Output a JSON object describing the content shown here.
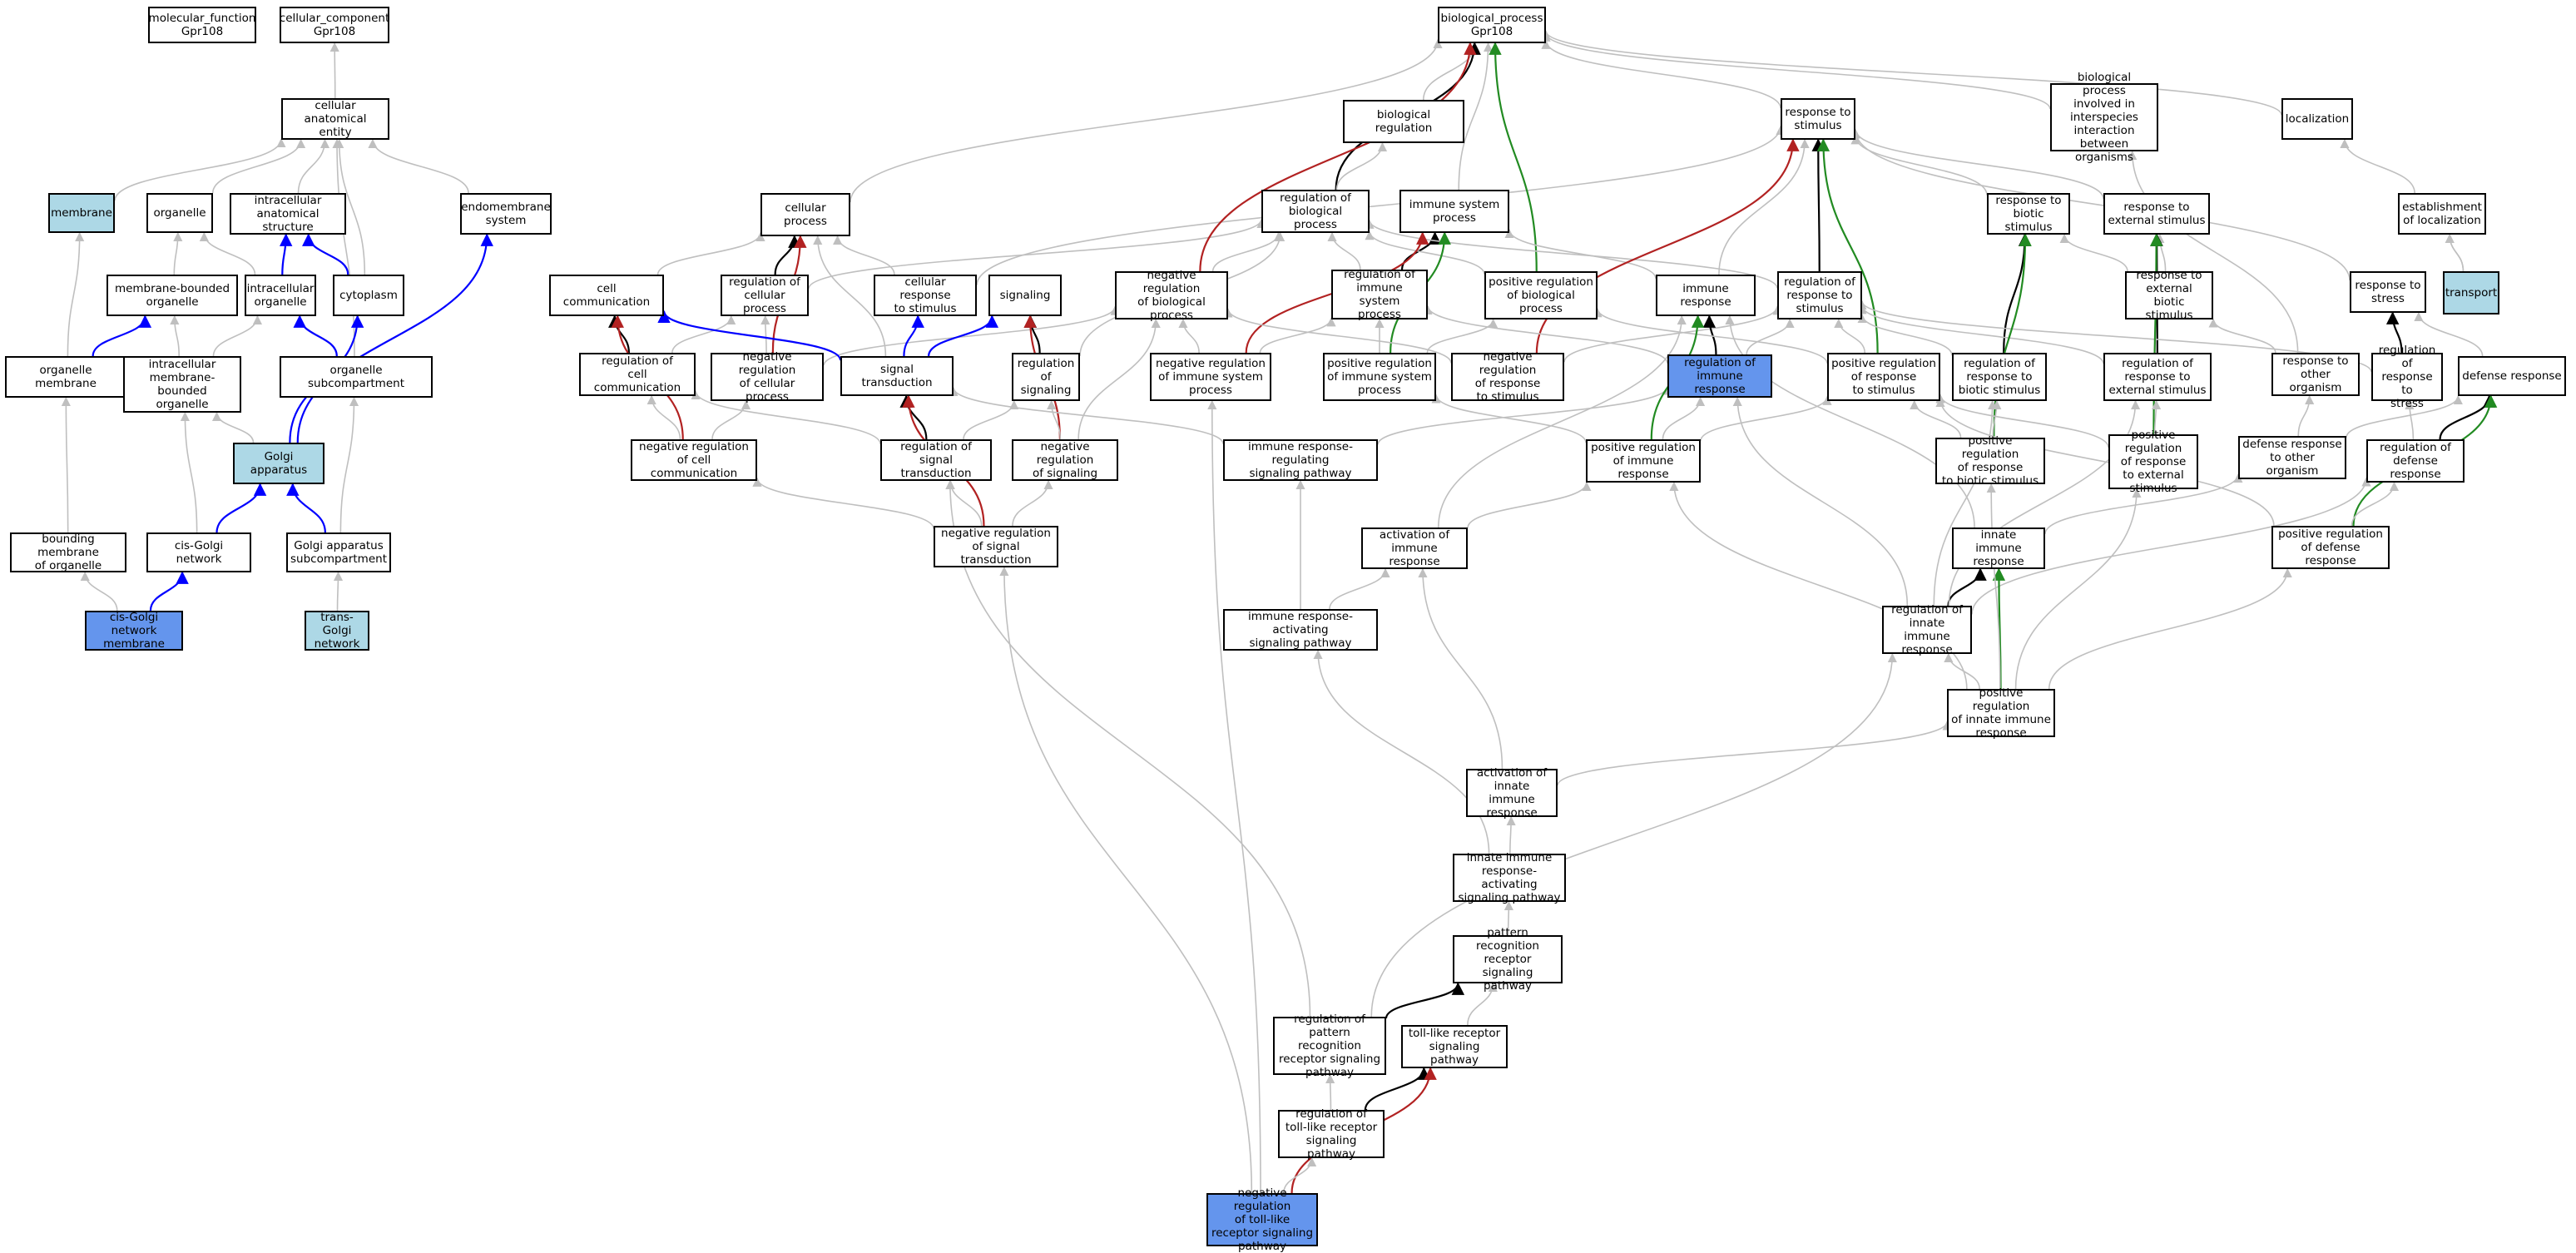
{
  "colors": {
    "is_a": "#bfbfbf",
    "part_of": "#0000ff",
    "regulates": "#000000",
    "positively_regulates": "#228b22",
    "negatively_regulates": "#b22222",
    "highlight_light": "#add8e6",
    "highlight_dark": "#6495ed"
  },
  "nodes": {
    "mf_root": {
      "label": "molecular_function\nGpr108",
      "style": "plain"
    },
    "cc_root": {
      "label": "cellular_component\nGpr108",
      "style": "plain"
    },
    "bp_root": {
      "label": "biological_process\nGpr108",
      "style": "plain"
    },
    "cae": {
      "label": "cellular anatomical\nentity",
      "style": "plain"
    },
    "membrane": {
      "label": "membrane",
      "style": "light"
    },
    "organelle": {
      "label": "organelle",
      "style": "plain"
    },
    "ias": {
      "label": "intracellular\nanatomical structure",
      "style": "plain"
    },
    "endomembrane": {
      "label": "endomembrane\nsystem",
      "style": "plain"
    },
    "mbo": {
      "label": "membrane-bounded\norganelle",
      "style": "plain"
    },
    "intraorg": {
      "label": "intracellular\norganelle",
      "style": "plain"
    },
    "cytoplasm": {
      "label": "cytoplasm",
      "style": "plain"
    },
    "orgmem": {
      "label": "organelle membrane",
      "style": "plain"
    },
    "imbo": {
      "label": "intracellular\nmembrane-bounded\norganelle",
      "style": "plain"
    },
    "orgsub": {
      "label": "organelle subcompartment",
      "style": "plain"
    },
    "golgi": {
      "label": "Golgi apparatus",
      "style": "light"
    },
    "bmo": {
      "label": "bounding membrane\nof organelle",
      "style": "plain"
    },
    "cisgolgi": {
      "label": "cis-Golgi network",
      "style": "plain"
    },
    "golgisub": {
      "label": "Golgi apparatus\nsubcompartment",
      "style": "plain"
    },
    "cgnm": {
      "label": "cis-Golgi network\nmembrane",
      "style": "dark"
    },
    "transgolgi": {
      "label": "trans-Golgi\nnetwork",
      "style": "light"
    },
    "cellproc": {
      "label": "cellular process",
      "style": "plain"
    },
    "biolreg": {
      "label": "biological regulation",
      "style": "plain"
    },
    "regbp": {
      "label": "regulation of\nbiological process",
      "style": "plain"
    },
    "immsys": {
      "label": "immune system\nprocess",
      "style": "plain"
    },
    "resp_stim": {
      "label": "response to\nstimulus",
      "style": "plain"
    },
    "bpinter": {
      "label": "biological process\ninvolved in\ninterspecies\ninteraction\nbetween organisms",
      "style": "plain"
    },
    "localization": {
      "label": "localization",
      "style": "plain"
    },
    "estloc": {
      "label": "establishment\nof localization",
      "style": "plain"
    },
    "transport": {
      "label": "transport",
      "style": "light"
    },
    "cellcomm": {
      "label": "cell communication",
      "style": "plain"
    },
    "regcellproc": {
      "label": "regulation of\ncellular process",
      "style": "plain"
    },
    "cellresp": {
      "label": "cellular response\nto stimulus",
      "style": "plain"
    },
    "signaling": {
      "label": "signaling",
      "style": "plain"
    },
    "negregbp": {
      "label": "negative regulation\nof biological\nprocess",
      "style": "plain"
    },
    "regimmsys": {
      "label": "regulation of\nimmune system\nprocess",
      "style": "plain"
    },
    "posregbp": {
      "label": "positive regulation\nof biological\nprocess",
      "style": "plain"
    },
    "immresp": {
      "label": "immune response",
      "style": "plain"
    },
    "regresp": {
      "label": "regulation of\nresponse to\nstimulus",
      "style": "plain"
    },
    "respbiotic": {
      "label": "response to\nbiotic stimulus",
      "style": "plain"
    },
    "respext": {
      "label": "response to\nexternal stimulus",
      "style": "plain"
    },
    "respextbiotic": {
      "label": "response to\nexternal biotic\nstimulus",
      "style": "plain"
    },
    "respstress": {
      "label": "response to\nstress",
      "style": "plain"
    },
    "regcellcomm": {
      "label": "regulation of\ncell communication",
      "style": "plain"
    },
    "negregcellproc": {
      "label": "negative regulation\nof cellular\nprocess",
      "style": "plain"
    },
    "sigtrans": {
      "label": "signal transduction",
      "style": "plain"
    },
    "regsig": {
      "label": "regulation of\nsignaling",
      "style": "plain"
    },
    "negregimmsys": {
      "label": "negative regulation\nof immune system\nprocess",
      "style": "plain"
    },
    "posregimmsys": {
      "label": "positive regulation\nof immune system\nprocess",
      "style": "plain"
    },
    "negregresp": {
      "label": "negative regulation\nof response\nto stimulus",
      "style": "plain"
    },
    "regimmresp": {
      "label": "regulation of\nimmune response",
      "style": "dark"
    },
    "posregresp": {
      "label": "positive regulation\nof response\nto stimulus",
      "style": "plain"
    },
    "regrespbiotic": {
      "label": "regulation of\nresponse to\nbiotic stimulus",
      "style": "plain"
    },
    "regrespext": {
      "label": "regulation of\nresponse to\nexternal stimulus",
      "style": "plain"
    },
    "resporg": {
      "label": "response to\nother organism",
      "style": "plain"
    },
    "regrespstress": {
      "label": "regulation of\nresponse to\nstress",
      "style": "plain"
    },
    "defresp": {
      "label": "defense response",
      "style": "plain"
    },
    "negregcellcomm": {
      "label": "negative regulation\nof cell communication",
      "style": "plain"
    },
    "regsigtrans": {
      "label": "regulation of\nsignal transduction",
      "style": "plain"
    },
    "negregsig": {
      "label": "negative regulation\nof signaling",
      "style": "plain"
    },
    "irrsp": {
      "label": "immune response-regulating\nsignaling pathway",
      "style": "plain"
    },
    "posregimmresp": {
      "label": "positive regulation\nof immune response",
      "style": "plain"
    },
    "posregrespbiotic": {
      "label": "positive regulation\nof response\nto biotic stimulus",
      "style": "plain"
    },
    "posregrespext": {
      "label": "positive regulation\nof response\nto external\nstimulus",
      "style": "plain"
    },
    "defrespother": {
      "label": "defense response\nto other organism",
      "style": "plain"
    },
    "regdefresp": {
      "label": "regulation of\ndefense response",
      "style": "plain"
    },
    "negregsigtrans": {
      "label": "negative regulation\nof signal transduction",
      "style": "plain"
    },
    "actimmresp": {
      "label": "activation of\nimmune response",
      "style": "plain"
    },
    "innate": {
      "label": "innate immune\nresponse",
      "style": "plain"
    },
    "posregdefresp": {
      "label": "positive regulation\nof defense response",
      "style": "plain"
    },
    "irasp": {
      "label": "immune response-activating\nsignaling pathway",
      "style": "plain"
    },
    "reginnate": {
      "label": "regulation of\ninnate immune\nresponse",
      "style": "plain"
    },
    "posreginnate": {
      "label": "positive regulation\nof innate immune\nresponse",
      "style": "plain"
    },
    "actinnate": {
      "label": "activation of\ninnate immune\nresponse",
      "style": "plain"
    },
    "iirasp": {
      "label": "innate immune\nresponse-activating\nsignaling pathway",
      "style": "plain"
    },
    "prrsp": {
      "label": "pattern recognition\nreceptor signaling\npathway",
      "style": "plain"
    },
    "regprrsp": {
      "label": "regulation of\npattern recognition\nreceptor signaling\npathway",
      "style": "plain"
    },
    "tlrsp": {
      "label": "toll-like receptor\nsignaling pathway",
      "style": "plain"
    },
    "regtlrsp": {
      "label": "regulation of\ntoll-like receptor\nsignaling pathway",
      "style": "plain"
    },
    "negregtlrsp": {
      "label": "negative regulation\nof toll-like\nreceptor signaling\npathway",
      "style": "dark"
    }
  },
  "edges": [
    [
      "cae",
      "cc_root",
      "is_a"
    ],
    [
      "membrane",
      "cae",
      "is_a"
    ],
    [
      "organelle",
      "cae",
      "is_a"
    ],
    [
      "ias",
      "cae",
      "is_a"
    ],
    [
      "endomembrane",
      "cae",
      "is_a"
    ],
    [
      "cytoplasm",
      "cae",
      "is_a"
    ],
    [
      "orgsub",
      "cae",
      "is_a"
    ],
    [
      "mbo",
      "organelle",
      "is_a"
    ],
    [
      "intraorg",
      "organelle",
      "is_a"
    ],
    [
      "intraorg",
      "ias",
      "part_of"
    ],
    [
      "cytoplasm",
      "ias",
      "part_of"
    ],
    [
      "orgmem",
      "membrane",
      "is_a"
    ],
    [
      "orgmem",
      "mbo",
      "part_of"
    ],
    [
      "imbo",
      "mbo",
      "is_a"
    ],
    [
      "imbo",
      "intraorg",
      "is_a"
    ],
    [
      "orgsub",
      "intraorg",
      "part_of"
    ],
    [
      "golgi",
      "imbo",
      "is_a"
    ],
    [
      "golgi",
      "cytoplasm",
      "part_of"
    ],
    [
      "golgi",
      "endomembrane",
      "part_of"
    ],
    [
      "bmo",
      "orgmem",
      "is_a"
    ],
    [
      "cisgolgi",
      "golgi",
      "part_of"
    ],
    [
      "cisgolgi",
      "imbo",
      "is_a"
    ],
    [
      "golgisub",
      "golgi",
      "part_of"
    ],
    [
      "golgisub",
      "orgsub",
      "is_a"
    ],
    [
      "cgnm",
      "bmo",
      "is_a"
    ],
    [
      "cgnm",
      "cisgolgi",
      "part_of"
    ],
    [
      "transgolgi",
      "golgisub",
      "is_a"
    ],
    [
      "cellproc",
      "bp_root",
      "is_a"
    ],
    [
      "biolreg",
      "bp_root",
      "is_a"
    ],
    [
      "regbp",
      "bp_root",
      "regulates"
    ],
    [
      "regbp",
      "biolreg",
      "is_a"
    ],
    [
      "immsys",
      "bp_root",
      "is_a"
    ],
    [
      "resp_stim",
      "bp_root",
      "is_a"
    ],
    [
      "bpinter",
      "bp_root",
      "is_a"
    ],
    [
      "localization",
      "bp_root",
      "is_a"
    ],
    [
      "estloc",
      "localization",
      "is_a"
    ],
    [
      "transport",
      "estloc",
      "is_a"
    ],
    [
      "cellcomm",
      "cellproc",
      "is_a"
    ],
    [
      "regcellproc",
      "cellproc",
      "regulates"
    ],
    [
      "regcellproc",
      "regbp",
      "is_a"
    ],
    [
      "cellresp",
      "cellproc",
      "is_a"
    ],
    [
      "cellresp",
      "resp_stim",
      "is_a"
    ],
    [
      "negregbp",
      "bp_root",
      "negatively_regulates"
    ],
    [
      "negregbp",
      "regbp",
      "is_a"
    ],
    [
      "regimmsys",
      "immsys",
      "regulates"
    ],
    [
      "regimmsys",
      "regbp",
      "is_a"
    ],
    [
      "posregbp",
      "bp_root",
      "positively_regulates"
    ],
    [
      "posregbp",
      "regbp",
      "is_a"
    ],
    [
      "immresp",
      "immsys",
      "is_a"
    ],
    [
      "immresp",
      "resp_stim",
      "is_a"
    ],
    [
      "regresp",
      "resp_stim",
      "regulates"
    ],
    [
      "regresp",
      "regbp",
      "is_a"
    ],
    [
      "respbiotic",
      "resp_stim",
      "is_a"
    ],
    [
      "respext",
      "resp_stim",
      "is_a"
    ],
    [
      "respextbiotic",
      "respbiotic",
      "is_a"
    ],
    [
      "respextbiotic",
      "respext",
      "is_a"
    ],
    [
      "respstress",
      "resp_stim",
      "is_a"
    ],
    [
      "regcellcomm",
      "cellcomm",
      "regulates"
    ],
    [
      "regcellcomm",
      "regcellproc",
      "is_a"
    ],
    [
      "negregcellproc",
      "cellproc",
      "negatively_regulates"
    ],
    [
      "negregcellproc",
      "negregbp",
      "is_a"
    ],
    [
      "negregcellproc",
      "regcellproc",
      "is_a"
    ],
    [
      "sigtrans",
      "signaling",
      "part_of"
    ],
    [
      "sigtrans",
      "cellcomm",
      "part_of"
    ],
    [
      "sigtrans",
      "cellresp",
      "part_of"
    ],
    [
      "sigtrans",
      "cellproc",
      "is_a"
    ],
    [
      "regsig",
      "signaling",
      "regulates"
    ],
    [
      "regsig",
      "regbp",
      "is_a"
    ],
    [
      "negregimmsys",
      "immsys",
      "negatively_regulates"
    ],
    [
      "negregimmsys",
      "negregbp",
      "is_a"
    ],
    [
      "negregimmsys",
      "regimmsys",
      "is_a"
    ],
    [
      "posregimmsys",
      "immsys",
      "positively_regulates"
    ],
    [
      "posregimmsys",
      "posregbp",
      "is_a"
    ],
    [
      "posregimmsys",
      "regimmsys",
      "is_a"
    ],
    [
      "negregresp",
      "resp_stim",
      "negatively_regulates"
    ],
    [
      "negregresp",
      "negregbp",
      "is_a"
    ],
    [
      "negregresp",
      "regresp",
      "is_a"
    ],
    [
      "regimmresp",
      "immresp",
      "regulates"
    ],
    [
      "regimmresp",
      "regimmsys",
      "is_a"
    ],
    [
      "regimmresp",
      "regresp",
      "is_a"
    ],
    [
      "posregresp",
      "resp_stim",
      "positively_regulates"
    ],
    [
      "posregresp",
      "posregbp",
      "is_a"
    ],
    [
      "posregresp",
      "regresp",
      "is_a"
    ],
    [
      "regrespbiotic",
      "respbiotic",
      "regulates"
    ],
    [
      "regrespbiotic",
      "regresp",
      "is_a"
    ],
    [
      "regrespext",
      "respext",
      "regulates"
    ],
    [
      "regrespext",
      "regresp",
      "is_a"
    ],
    [
      "resporg",
      "respextbiotic",
      "is_a"
    ],
    [
      "resporg",
      "bpinter",
      "is_a"
    ],
    [
      "regrespstress",
      "respstress",
      "regulates"
    ],
    [
      "regrespstress",
      "regresp",
      "is_a"
    ],
    [
      "defresp",
      "respstress",
      "is_a"
    ],
    [
      "transport",
      "estloc",
      "is_a"
    ],
    [
      "negregcellcomm",
      "cellcomm",
      "negatively_regulates"
    ],
    [
      "negregcellcomm",
      "regcellcomm",
      "is_a"
    ],
    [
      "negregcellcomm",
      "negregcellproc",
      "is_a"
    ],
    [
      "regsigtrans",
      "sigtrans",
      "regulates"
    ],
    [
      "regsigtrans",
      "regsig",
      "is_a"
    ],
    [
      "regsigtrans",
      "regcellcomm",
      "is_a"
    ],
    [
      "negregsig",
      "signaling",
      "negatively_regulates"
    ],
    [
      "negregsig",
      "regsig",
      "is_a"
    ],
    [
      "negregsig",
      "negregbp",
      "is_a"
    ],
    [
      "irrsp",
      "sigtrans",
      "is_a"
    ],
    [
      "irrsp",
      "regimmresp",
      "is_a"
    ],
    [
      "posregimmresp",
      "immresp",
      "positively_regulates"
    ],
    [
      "posregimmresp",
      "regimmresp",
      "is_a"
    ],
    [
      "posregimmresp",
      "posregimmsys",
      "is_a"
    ],
    [
      "posregimmresp",
      "posregresp",
      "is_a"
    ],
    [
      "posregrespbiotic",
      "respbiotic",
      "positively_regulates"
    ],
    [
      "posregrespbiotic",
      "regrespbiotic",
      "is_a"
    ],
    [
      "posregrespbiotic",
      "posregresp",
      "is_a"
    ],
    [
      "posregrespext",
      "respext",
      "positively_regulates"
    ],
    [
      "posregrespext",
      "regrespext",
      "is_a"
    ],
    [
      "posregrespext",
      "posregresp",
      "is_a"
    ],
    [
      "defrespother",
      "resporg",
      "is_a"
    ],
    [
      "defrespother",
      "defresp",
      "is_a"
    ],
    [
      "regdefresp",
      "defresp",
      "regulates"
    ],
    [
      "regdefresp",
      "regrespstress",
      "is_a"
    ],
    [
      "negregsigtrans",
      "sigtrans",
      "negatively_regulates"
    ],
    [
      "negregsigtrans",
      "regsigtrans",
      "is_a"
    ],
    [
      "negregsigtrans",
      "negregsig",
      "is_a"
    ],
    [
      "negregsigtrans",
      "negregcellcomm",
      "is_a"
    ],
    [
      "actimmresp",
      "immresp",
      "is_a"
    ],
    [
      "actimmresp",
      "posregimmresp",
      "is_a"
    ],
    [
      "innate",
      "defrespother",
      "is_a"
    ],
    [
      "innate",
      "immresp",
      "is_a"
    ],
    [
      "posregdefresp",
      "defresp",
      "positively_regulates"
    ],
    [
      "posregdefresp",
      "regdefresp",
      "is_a"
    ],
    [
      "posregdefresp",
      "posregresp",
      "is_a"
    ],
    [
      "irasp",
      "irrsp",
      "is_a"
    ],
    [
      "irasp",
      "actimmresp",
      "is_a"
    ],
    [
      "reginnate",
      "innate",
      "regulates"
    ],
    [
      "reginnate",
      "regimmresp",
      "is_a"
    ],
    [
      "reginnate",
      "regdefresp",
      "is_a"
    ],
    [
      "reginnate",
      "regrespbiotic",
      "is_a"
    ],
    [
      "reginnate",
      "regrespext",
      "is_a"
    ],
    [
      "posreginnate",
      "innate",
      "positively_regulates"
    ],
    [
      "posreginnate",
      "reginnate",
      "is_a"
    ],
    [
      "posreginnate",
      "posregimmresp",
      "is_a"
    ],
    [
      "posreginnate",
      "posregdefresp",
      "is_a"
    ],
    [
      "posreginnate",
      "posregrespbiotic",
      "is_a"
    ],
    [
      "posreginnate",
      "posregrespext",
      "is_a"
    ],
    [
      "actinnate",
      "actimmresp",
      "is_a"
    ],
    [
      "actinnate",
      "posreginnate",
      "is_a"
    ],
    [
      "iirasp",
      "irasp",
      "is_a"
    ],
    [
      "iirasp",
      "actinnate",
      "is_a"
    ],
    [
      "prrsp",
      "iirasp",
      "is_a"
    ],
    [
      "regprrsp",
      "prrsp",
      "regulates"
    ],
    [
      "regprrsp",
      "regsigtrans",
      "is_a"
    ],
    [
      "regprrsp",
      "reginnate",
      "is_a"
    ],
    [
      "tlrsp",
      "prrsp",
      "is_a"
    ],
    [
      "regtlrsp",
      "tlrsp",
      "regulates"
    ],
    [
      "regtlrsp",
      "regprrsp",
      "is_a"
    ],
    [
      "negregtlrsp",
      "tlrsp",
      "negatively_regulates"
    ],
    [
      "negregtlrsp",
      "regtlrsp",
      "is_a"
    ],
    [
      "negregtlrsp",
      "negregsigtrans",
      "is_a"
    ],
    [
      "negregtlrsp",
      "negregimmsys",
      "is_a"
    ]
  ]
}
